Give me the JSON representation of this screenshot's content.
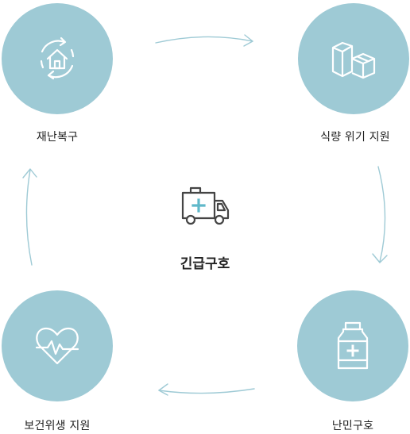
{
  "center": {
    "title": "긴급구호",
    "icon": "ambulance-icon"
  },
  "nodes": {
    "top_left": {
      "label": "재난복구",
      "icon": "house-recovery-icon"
    },
    "top_right": {
      "label": "식량 위기 지원",
      "icon": "boxes-icon"
    },
    "bottom_right": {
      "label": "난민구호",
      "icon": "medicine-bottle-icon"
    },
    "bottom_left": {
      "label": "보건위생 지원",
      "icon": "heartbeat-icon"
    }
  },
  "colors": {
    "circle": "#9ecad5",
    "arrow": "#9ecad5",
    "icon_stroke": "#ffffff",
    "ambulance": "#444444",
    "ambulance_cross": "#5fb8c9"
  }
}
